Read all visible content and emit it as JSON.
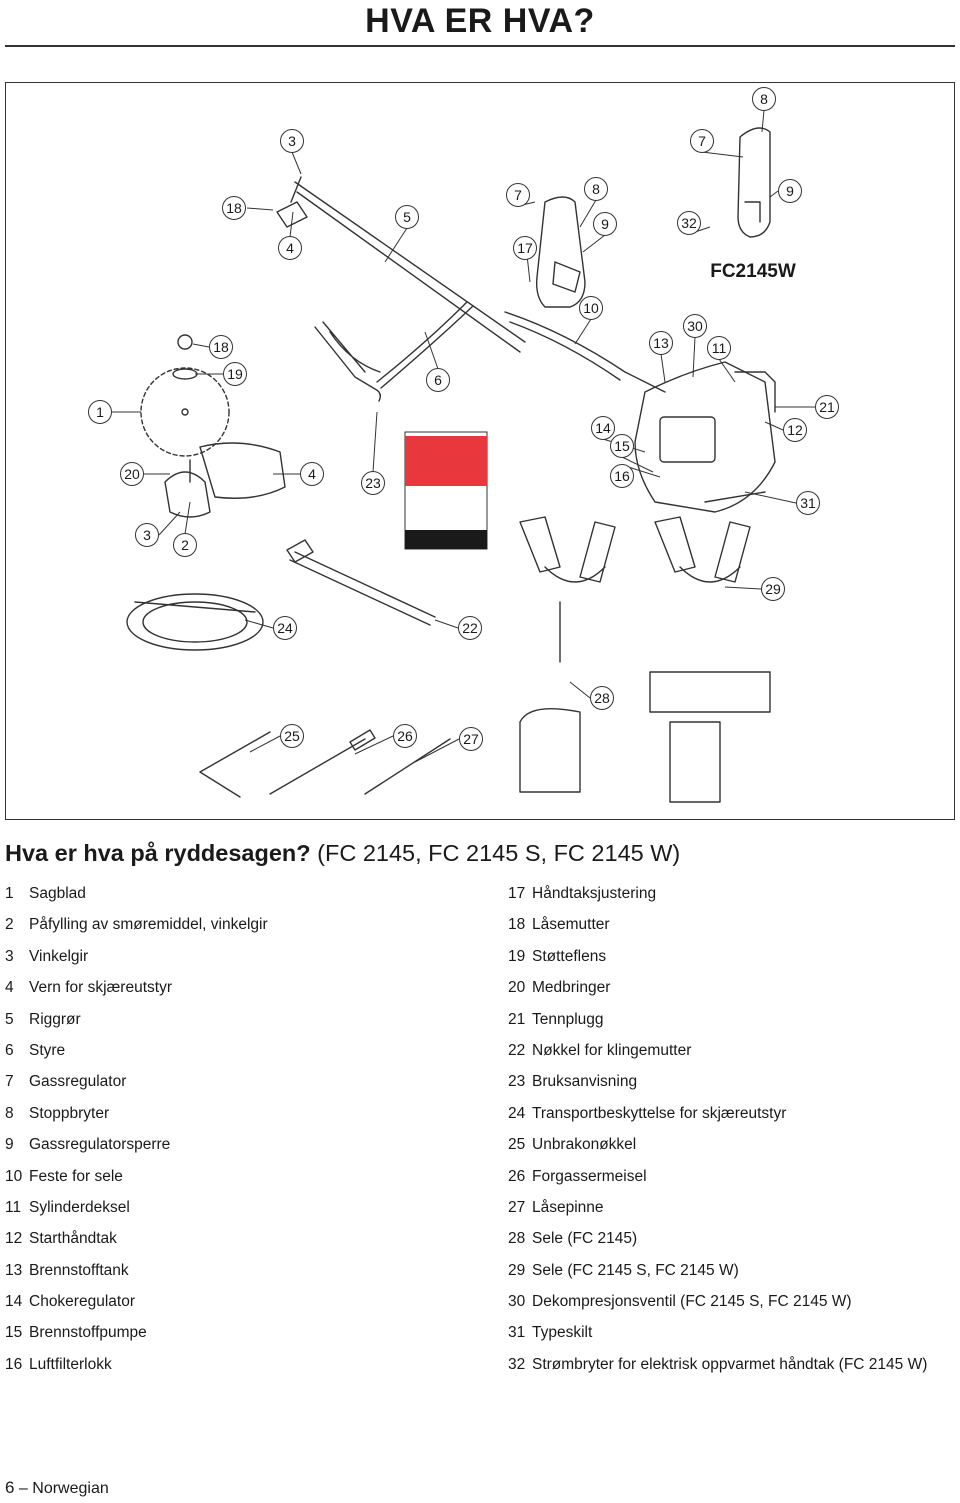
{
  "page": {
    "title": "HVA ER HVA?",
    "heading_bold": "Hva er hva på ryddesagen?",
    "heading_light": " (FC 2145, FC 2145 S, FC 2145 W)",
    "footer_page": "6",
    "footer_dash": " – ",
    "footer_lang": "Norwegian"
  },
  "figure": {
    "model_label": "FC2145W",
    "callouts": [
      "8",
      "3",
      "7",
      "18",
      "7",
      "8",
      "5",
      "9",
      "9",
      "32",
      "4",
      "17",
      "10",
      "30",
      "18",
      "13",
      "11",
      "19",
      "6",
      "1",
      "21",
      "14",
      "12",
      "15",
      "20",
      "4",
      "23",
      "16",
      "31",
      "3",
      "2",
      "29",
      "24",
      "22",
      "28",
      "25",
      "26",
      "27"
    ]
  },
  "parts_left": [
    {
      "num": "1",
      "label": "Sagblad"
    },
    {
      "num": "2",
      "label": "Påfylling av smøremiddel, vinkelgir"
    },
    {
      "num": "3",
      "label": "Vinkelgir"
    },
    {
      "num": "4",
      "label": "Vern for skjæreutstyr"
    },
    {
      "num": "5",
      "label": "Riggrør"
    },
    {
      "num": "6",
      "label": "Styre"
    },
    {
      "num": "7",
      "label": "Gassregulator"
    },
    {
      "num": "8",
      "label": "Stoppbryter"
    },
    {
      "num": "9",
      "label": "Gassregulatorsperre"
    },
    {
      "num": "10",
      "label": "Feste for sele"
    },
    {
      "num": "11",
      "label": "Sylinderdeksel"
    },
    {
      "num": "12",
      "label": "Starthåndtak"
    },
    {
      "num": "13",
      "label": "Brennstofftank"
    },
    {
      "num": "14",
      "label": "Chokeregulator"
    },
    {
      "num": "15",
      "label": "Brennstoffpumpe"
    },
    {
      "num": "16",
      "label": "Luftfilterlokk"
    }
  ],
  "parts_right": [
    {
      "num": "17",
      "label": "Håndtaksjustering"
    },
    {
      "num": "18",
      "label": "Låsemutter"
    },
    {
      "num": "19",
      "label": "Støtteflens"
    },
    {
      "num": "20",
      "label": "Medbringer"
    },
    {
      "num": "21",
      "label": "Tennplugg"
    },
    {
      "num": "22",
      "label": "Nøkkel for klingemutter"
    },
    {
      "num": "23",
      "label": "Bruksanvisning"
    },
    {
      "num": "24",
      "label": "Transportbeskyttelse for skjæreutstyr"
    },
    {
      "num": "25",
      "label": "Unbrakonøkkel"
    },
    {
      "num": "26",
      "label": "Forgassermeisel"
    },
    {
      "num": "27",
      "label": "Låsepinne"
    },
    {
      "num": "28",
      "label": "Sele (FC 2145)"
    },
    {
      "num": "29",
      "label": "Sele (FC 2145 S, FC 2145 W)"
    },
    {
      "num": "30",
      "label": "Dekompresjonsventil (FC 2145 S, FC 2145 W)"
    },
    {
      "num": "31",
      "label": "Typeskilt"
    },
    {
      "num": "32",
      "label": "Strømbryter for elektrisk oppvarmet håndtak (FC 2145 W)"
    }
  ],
  "colors": {
    "manual_red": "#e8383d",
    "manual_black": "#1a1a1a",
    "callout_border": "#333333"
  }
}
